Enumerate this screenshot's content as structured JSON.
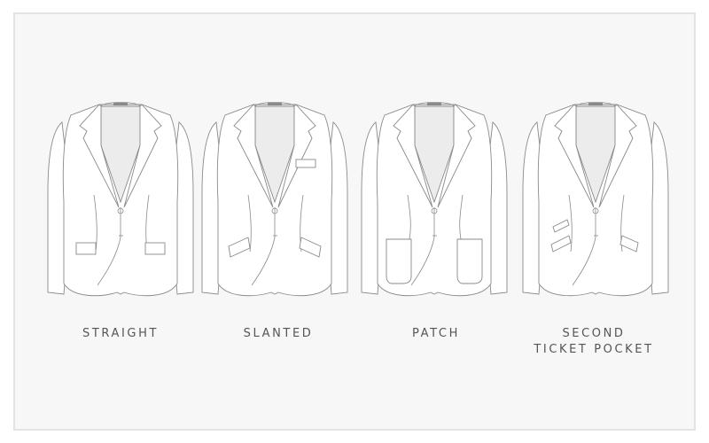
{
  "pocket_styles": [
    {
      "label_lines": [
        "STRAIGHT"
      ],
      "pocket_type": "straight"
    },
    {
      "label_lines": [
        "SLANTED"
      ],
      "pocket_type": "slanted"
    },
    {
      "label_lines": [
        "PATCH"
      ],
      "pocket_type": "patch"
    },
    {
      "label_lines": [
        "SECOND",
        "TICKET POCKET"
      ],
      "pocket_type": "ticket"
    }
  ],
  "colors": {
    "background": "#f7f7f7",
    "frame_border": "#e3e3e3",
    "outline": "#8a8a8a",
    "label_text": "#555555"
  }
}
